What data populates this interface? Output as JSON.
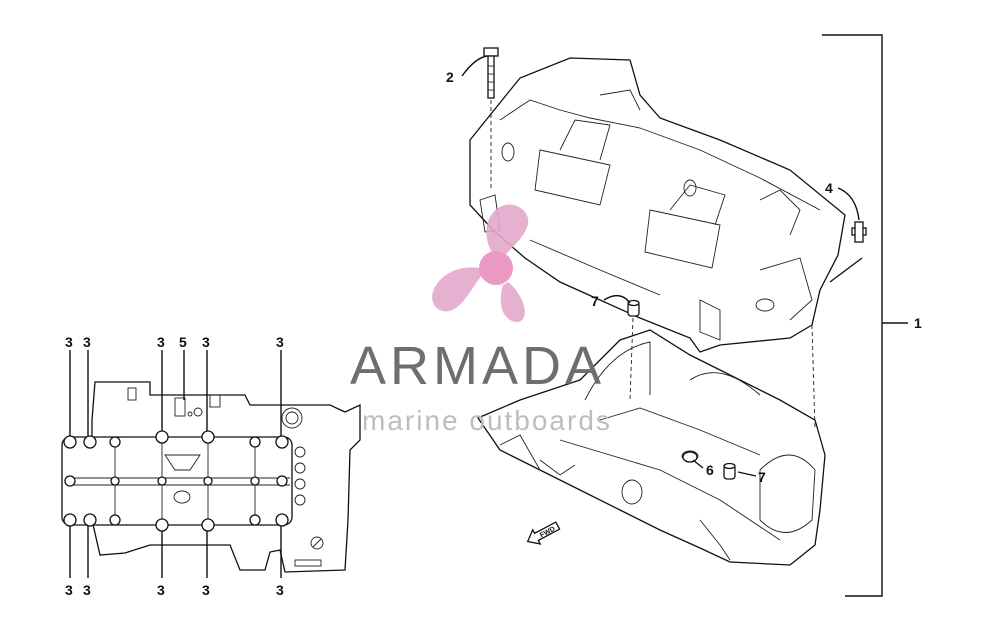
{
  "watermark": {
    "brand": "ARMADA",
    "tagline": "marine outboards",
    "colors": {
      "logo": "#e4a8cc",
      "logo_center": "#e890bd",
      "brand_text": "#6e6e6e",
      "tagline_text": "#bdbdbd"
    }
  },
  "direction_label": "FWD",
  "callouts": {
    "top_case_bolt": "2",
    "bracket_right": "1",
    "side_bolt": "4",
    "dowel_top": "7",
    "dowel_lower": "7",
    "seal_lower": "6",
    "left_top": [
      "3",
      "3",
      "3",
      "5",
      "3",
      "3"
    ],
    "left_bottom": [
      "3",
      "3",
      "3",
      "3",
      "3"
    ]
  }
}
